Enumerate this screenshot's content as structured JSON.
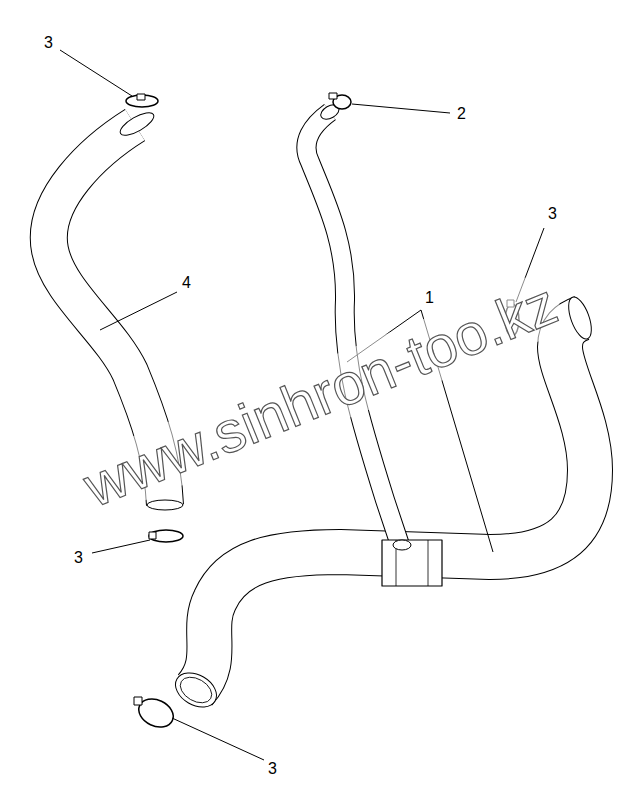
{
  "diagram": {
    "labels": [
      "3",
      "2",
      "3",
      "4",
      "1",
      "3",
      "3",
      "www.sinhron-too.kz"
    ]
  }
}
